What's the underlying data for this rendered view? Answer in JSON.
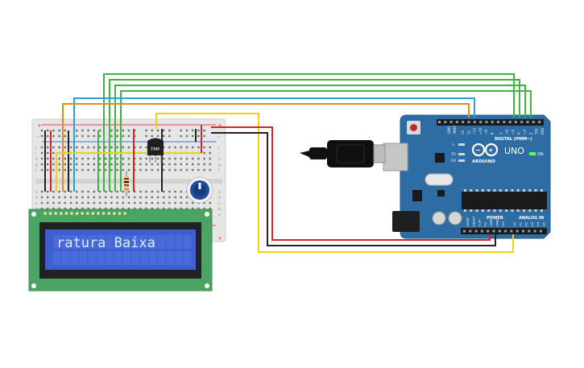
{
  "lcd": {
    "text": "ratura Baixa",
    "backlight_color": "#3d5fd0",
    "char_color": "#dfe8ff",
    "board_color": "#4aa564"
  },
  "arduino": {
    "model": "UNO",
    "brand": "ARDUINO",
    "digital_label": "DIGITAL (PWM~)",
    "power_label": "POWER",
    "analog_label": "ANALOG IN",
    "on_label": "ON",
    "tx_label": "TX",
    "rx_label": "RX",
    "l_label": "L",
    "aref_label": "AREF",
    "gnd_label": "GND",
    "board_color": "#2e6da4",
    "digital_pins": [
      "13",
      "12",
      "~11",
      "~10",
      "~9",
      "8",
      "7",
      "~6",
      "~5",
      "4",
      "~3",
      "2",
      "TX1",
      "RX0"
    ],
    "power_pins": [
      "IOREF",
      "RESET",
      "3.3V",
      "5V",
      "GND",
      "GND",
      "Vin"
    ],
    "analog_pins": [
      "A0",
      "A1",
      "A2",
      "A3",
      "A4",
      "A5"
    ]
  },
  "sensor": {
    "label": "TMP"
  },
  "breadboard": {
    "plus": "+",
    "minus": "-",
    "row_letters_top": [
      "j",
      "i",
      "h",
      "g",
      "f"
    ],
    "row_letters_bottom": [
      "e",
      "d",
      "c",
      "b",
      "a"
    ]
  },
  "colors": {
    "green": "#3fb43f",
    "orange": "#e8891a",
    "blue": "#2a9fd8",
    "yellow": "#f2d20f",
    "red": "#d62424",
    "black": "#222222"
  }
}
